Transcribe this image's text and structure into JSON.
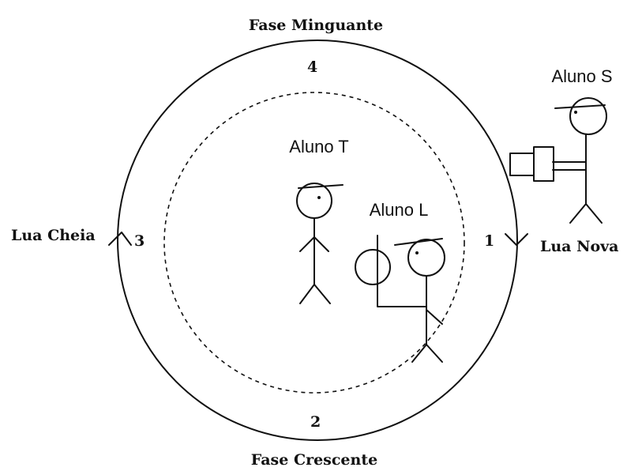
{
  "labels": {
    "top": "Fase Minguante",
    "bottom": "Fase Crescente",
    "left": "Lua Cheia",
    "right": "Lua Nova"
  },
  "positions": {
    "one": "1",
    "two": "2",
    "three": "3",
    "four": "4"
  },
  "students": {
    "s": "Aluno S",
    "t": "Aluno T",
    "l": "Aluno L"
  },
  "colors": {
    "line": "#111111",
    "background": "#ffffff"
  }
}
